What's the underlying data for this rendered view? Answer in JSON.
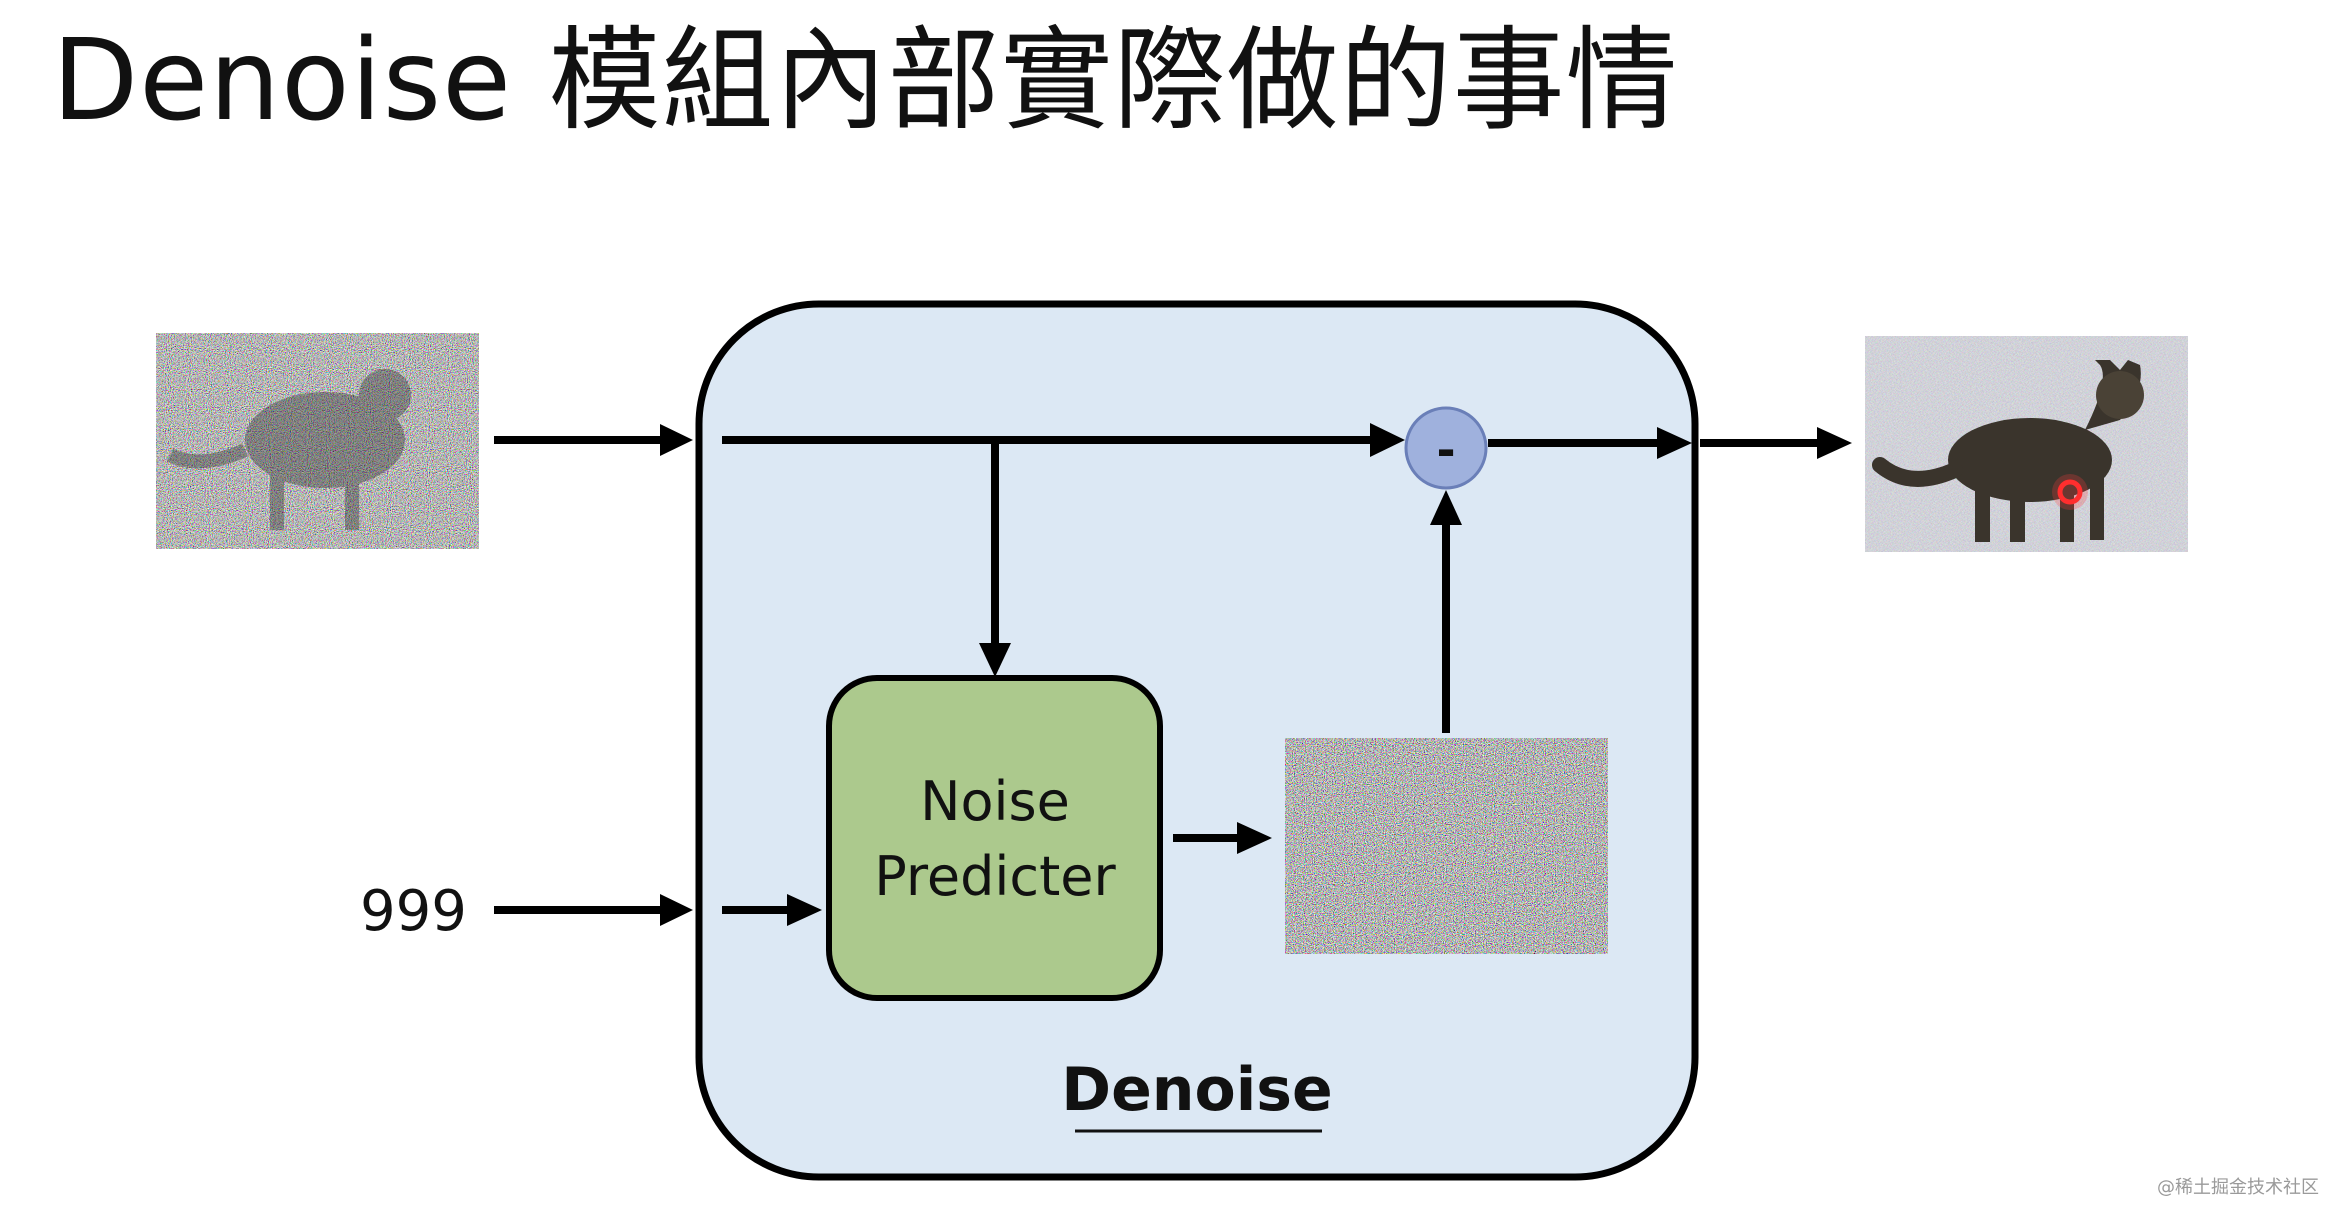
{
  "title": "Denoise 模組內部實際做的事情",
  "diagram": {
    "module_label": "Denoise",
    "predictor_label_line1": "Noise",
    "predictor_label_line2": "Predicter",
    "step_input": "999",
    "subtract_symbol": "-",
    "colors": {
      "module_fill": "#dce8f4",
      "module_stroke": "#000000",
      "predictor_fill": "#acc98d",
      "predictor_stroke": "#000000",
      "subtract_fill": "#9fb1dd",
      "subtract_stroke": "#6a7fb8",
      "arrow": "#000000"
    }
  },
  "watermark": "@稀土掘金技术社区"
}
